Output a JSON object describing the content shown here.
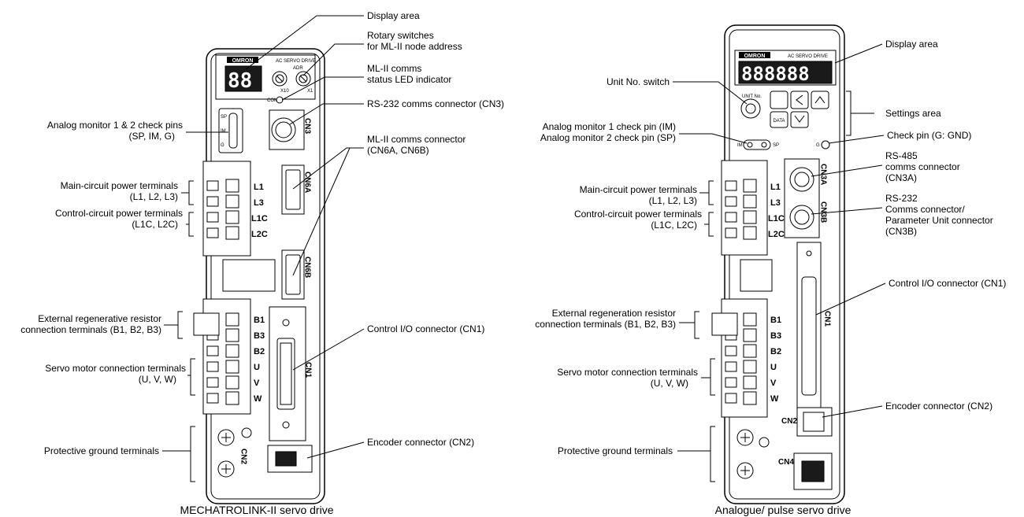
{
  "left": {
    "caption": "MECHATROLINK-II servo drive",
    "front": {
      "brand": "OMRON",
      "model_text": "AC SERVO DRIVE",
      "adr_label": "ADR",
      "x10_label": "X10",
      "x1_label": "X1",
      "com_label": "COM",
      "pin_labels": [
        "SP",
        "IM",
        "G"
      ],
      "cn3": "CN3",
      "cn6a": "CN6A",
      "cn6b": "CN6B",
      "cn1": "CN1",
      "cn2": "CN2",
      "main_terminals": [
        "L1",
        "L3",
        "L1C",
        "L2C"
      ],
      "lower_terminals": [
        "B1",
        "B3",
        "B2",
        "U",
        "V",
        "W"
      ]
    },
    "callouts": {
      "display_area": "Display area",
      "rotary_1": "Rotary switches",
      "rotary_2": "for ML-II node address",
      "status_1": "ML-II comms",
      "status_2": "status LED indicator",
      "rs232": "RS-232 comms connector (CN3)",
      "mlii_conn_1": "ML-II comms connector",
      "mlii_conn_2": "(CN6A, CN6B)",
      "control_io": "Control I/O connector (CN1)",
      "encoder": "Encoder connector (CN2)",
      "analog_1": "Analog monitor 1 & 2 check pins",
      "analog_2": "(SP, IM, G)",
      "main_power_1": "Main-circuit power terminals",
      "main_power_2": "(L1, L2, L3)",
      "control_power_1": "Control-circuit power terminals",
      "control_power_2": "(L1C, L2C)",
      "regen_1": "External regenerative resistor",
      "regen_2": "connection terminals (B1, B2, B3)",
      "motor_1": "Servo motor connection terminals",
      "motor_2": "(U, V, W)",
      "ground": "Protective ground terminals"
    }
  },
  "right": {
    "caption": "Analogue/ pulse servo drive",
    "front": {
      "brand": "OMRON",
      "model_text": "AC SERVO DRIVE",
      "unit_label": "UNIT No.",
      "data_label": "DATA",
      "im_label": "IM",
      "sp_label": "SP",
      "g_label": "G",
      "cn3a": "CN3A",
      "cn3b": "CN3B",
      "cn1": "CN1",
      "cn2": "CN2",
      "cn4": "CN4",
      "main_terminals": [
        "L1",
        "L3",
        "L1C",
        "L2C"
      ],
      "lower_terminals": [
        "B1",
        "B3",
        "B2",
        "U",
        "V",
        "W"
      ]
    },
    "callouts": {
      "display_area": "Display area",
      "unit_switch": "Unit No. switch",
      "settings": "Settings area",
      "analog_1": "Analog monitor 1 check pin (IM)",
      "analog_2": "Analog monitor 2 check pin (SP)",
      "check_pin": "Check pin (G: GND)",
      "rs485_1": "RS-485",
      "rs485_2": "comms connector",
      "rs485_3": "(CN3A)",
      "rs232_1": "RS-232",
      "rs232_2": "Comms connector/",
      "rs232_3": "Parameter Unit connector",
      "rs232_4": "(CN3B)",
      "control_io": "Control I/O connector (CN1)",
      "main_power_1": "Main-circuit power terminals",
      "main_power_2": "(L1, L2, L3)",
      "control_power_1": "Control-circuit power terminals",
      "control_power_2": "(L1C, L2C)",
      "regen_1": "External regeneration resistor",
      "regen_2": "connection terminals (B1, B2, B3)",
      "motor_1": "Servo motor connection terminals",
      "motor_2": "(U, V, W)",
      "encoder": "Encoder connector (CN2)",
      "ground": "Protective ground terminals"
    }
  }
}
